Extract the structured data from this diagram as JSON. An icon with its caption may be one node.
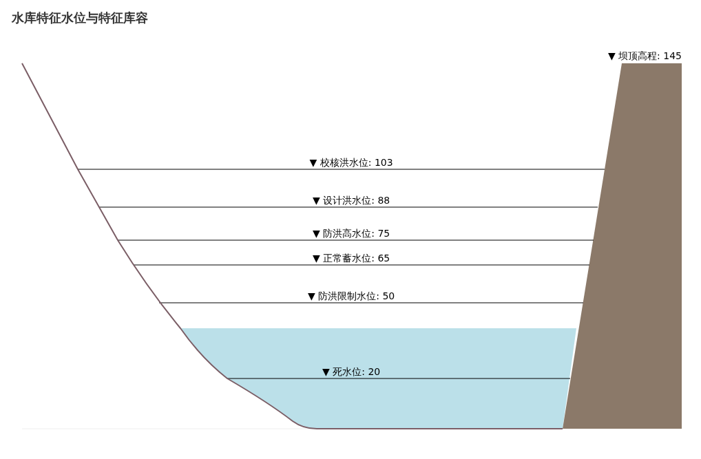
{
  "diagram": {
    "title": "水库特征水位与特征库容",
    "labels": [
      "▼ 坝顶高程: 145",
      "▼ 校核洪水位: 103",
      "▼ 设计洪水位: 88",
      "▼ 防洪高水位: 75",
      "▼ 正常蓄水位: 65",
      "▼ 防洪限制水位: 50",
      "▼ 死水位: 20"
    ]
  }
}
